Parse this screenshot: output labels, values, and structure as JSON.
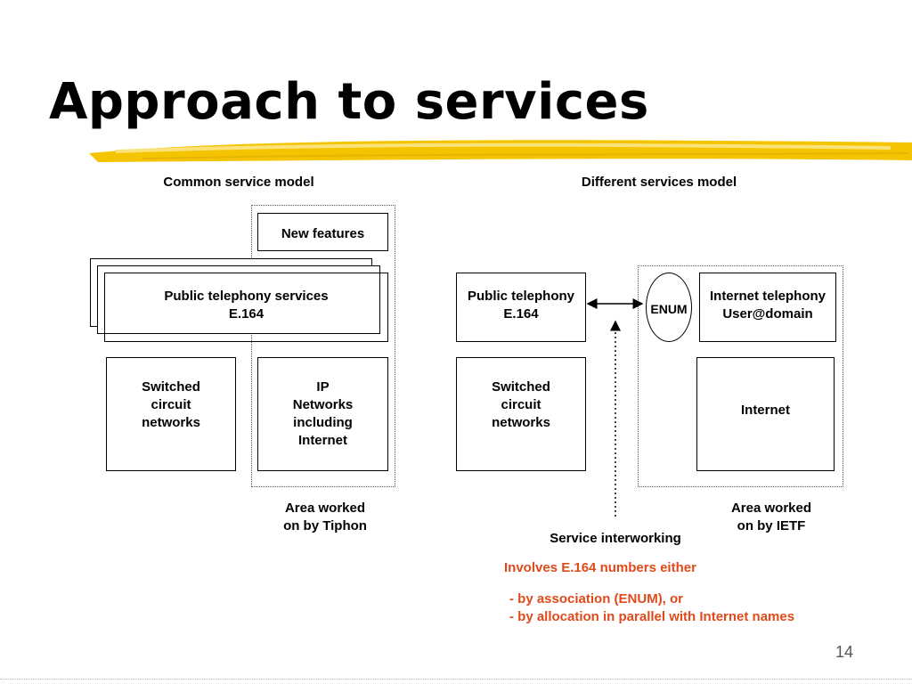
{
  "slide": {
    "title": "Approach to services",
    "page_number": "14"
  },
  "left_model": {
    "heading": "Common service model",
    "new_features": "New features",
    "public_telephony": [
      "Public telephony services",
      "E.164"
    ],
    "switched": [
      "Switched",
      "circuit",
      "networks"
    ],
    "ip": [
      "IP",
      "Networks",
      "including",
      "Internet"
    ],
    "area_caption": [
      "Area worked",
      "on by Tiphon"
    ]
  },
  "right_model": {
    "heading": "Different services model",
    "public_telephony": [
      "Public telephony",
      "E.164"
    ],
    "enum": "ENUM",
    "internet_telephony": [
      "Internet telephony",
      "User@domain"
    ],
    "switched": [
      "Switched",
      "circuit",
      "networks"
    ],
    "internet": "Internet",
    "area_caption": [
      "Area worked",
      "on by IETF"
    ],
    "service_interworking": "Service interworking"
  },
  "notes": {
    "line1": "Involves E.164 numbers either",
    "line2": "- by association (ENUM), or",
    "line3": "- by allocation in parallel with Internet names",
    "color": "#e04a1a"
  },
  "colors": {
    "highlight_stroke": "#f5c400"
  }
}
